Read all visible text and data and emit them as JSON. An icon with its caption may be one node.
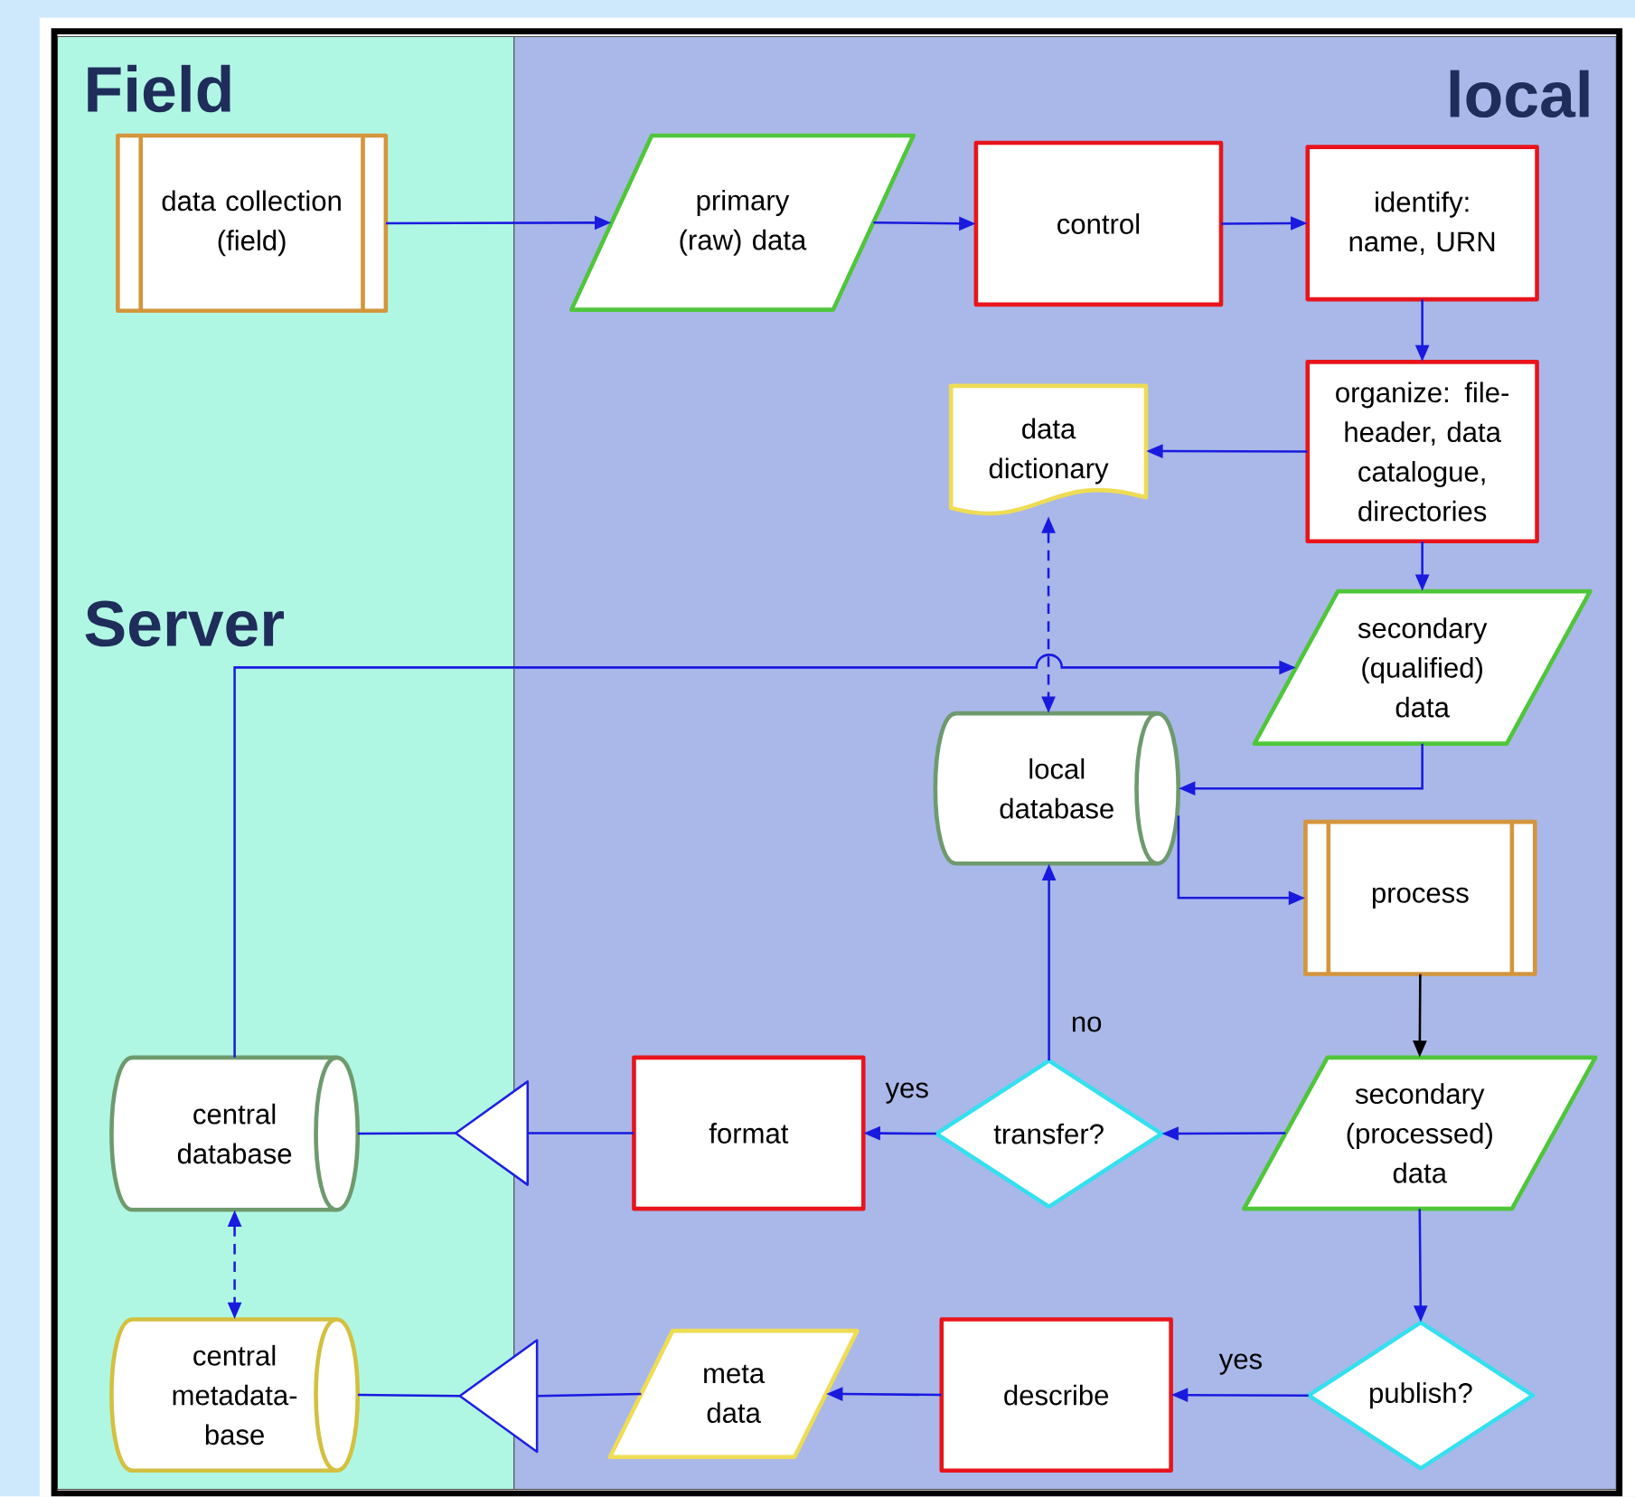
{
  "diagram": {
    "nodes": [
      {
        "text": [
          "Field",
          "Server"
        ]
      },
      {
        "text": [
          "local"
        ]
      },
      {
        "text": [
          "data collection (field)"
        ],
        "in": 0
      },
      {
        "text": [
          "primary (raw) data"
        ],
        "in": 1
      },
      {
        "text": [
          "control"
        ],
        "in": 1
      },
      {
        "text": [
          "identify: name, URN"
        ],
        "in": 1
      },
      {
        "text": [
          "organize: file-header, data catalogue, directories"
        ],
        "in": 1
      },
      {
        "text": [
          "data dictionary"
        ],
        "in": 1
      },
      {
        "text": [
          "secondary (qualified) data"
        ],
        "in": 1
      },
      {
        "text": [
          "local database"
        ],
        "in": 1
      },
      {
        "text": [
          "process"
        ],
        "in": 1
      },
      {
        "text": [
          "secondary (processed) data"
        ],
        "in": 1
      },
      {
        "text": [
          "transfer?"
        ],
        "in": 1
      },
      {
        "text": [
          "format"
        ],
        "in": 1
      },
      {
        "text": [],
        "shape": "triangle"
      },
      {
        "text": [
          "central database"
        ],
        "in": 0
      },
      {
        "text": [
          "central metadata-base"
        ],
        "in": 0
      },
      {
        "text": [],
        "shape": "triangle"
      },
      {
        "text": [
          "meta data"
        ],
        "in": 1
      },
      {
        "text": [
          "describe"
        ],
        "in": 1
      },
      {
        "text": [
          "publish?"
        ],
        "in": 1
      }
    ],
    "edges": [
      {
        "from": 2,
        "to": 3,
        "arrow": "to"
      },
      {
        "from": 3,
        "to": 4,
        "arrow": "to"
      },
      {
        "from": 4,
        "to": 5,
        "arrow": "to"
      },
      {
        "from": 5,
        "to": 6,
        "arrow": "to"
      },
      {
        "from": 6,
        "to": 7,
        "arrow": "to"
      },
      {
        "from": 6,
        "to": 8,
        "arrow": "to"
      },
      {
        "from": 8,
        "to": 9,
        "arrow": "to"
      },
      {
        "from": 9,
        "to": 10,
        "arrow": "to"
      },
      {
        "from": 10,
        "to": 11,
        "arrow": "to",
        "color": "#000000"
      },
      {
        "from": 11,
        "to": 12,
        "arrow": "to"
      },
      {
        "from": 12,
        "to": 13,
        "arrow": "to",
        "label": "yes"
      },
      {
        "from": 12,
        "to": 9,
        "arrow": "to",
        "label": "no"
      },
      {
        "from": 13,
        "to": 14,
        "arrow": "none"
      },
      {
        "from": 14,
        "to": 15,
        "arrow": "none"
      },
      {
        "from": 15,
        "to": 8,
        "arrow": "to"
      },
      {
        "from": 7,
        "to": 9,
        "arrow": "both",
        "style": "dashed"
      },
      {
        "from": 15,
        "to": 16,
        "arrow": "both",
        "style": "dashed"
      },
      {
        "from": 11,
        "to": 20,
        "arrow": "to"
      },
      {
        "from": 20,
        "to": 19,
        "arrow": "to",
        "label": "yes"
      },
      {
        "from": 19,
        "to": 18,
        "arrow": "to"
      },
      {
        "from": 18,
        "to": 17,
        "arrow": "none"
      },
      {
        "from": 17,
        "to": 16,
        "arrow": "none"
      }
    ]
  }
}
